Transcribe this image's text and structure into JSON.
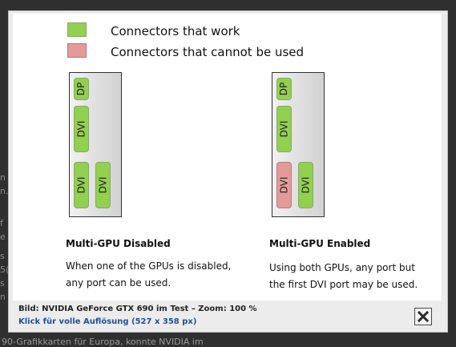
{
  "background": {
    "bottom_text": "90-Grafikkarten   für   Europa,   konnte   NVIDIA   im",
    "left_letters": [
      "n",
      "n.",
      "f",
      "e",
      "s",
      "5(",
      "s",
      "n"
    ]
  },
  "legend": {
    "working": "Connectors that work",
    "not_usable": "Connectors that cannot be used"
  },
  "ports": {
    "dp": "DP",
    "dvi": "DVI"
  },
  "left_panel": {
    "title": "Multi-GPU Disabled",
    "text_line1": "When one of the GPUs is disabled,",
    "text_line2": "any port can be used."
  },
  "right_panel": {
    "title": "Multi-GPU Enabled",
    "text_line1": "Using both GPUs, any port but",
    "text_line2": "the first DVI port may be used."
  },
  "info": {
    "caption": "Bild: NVIDIA GeForce GTX 690 im Test – Zoom: 100 %",
    "link": "Klick für volle Auflösung (527 x 358 px)"
  },
  "colors": {
    "working": "#92d050",
    "not_usable": "#e59a9a",
    "link": "#1f4f9c"
  },
  "icons": {
    "close": "close-icon"
  }
}
